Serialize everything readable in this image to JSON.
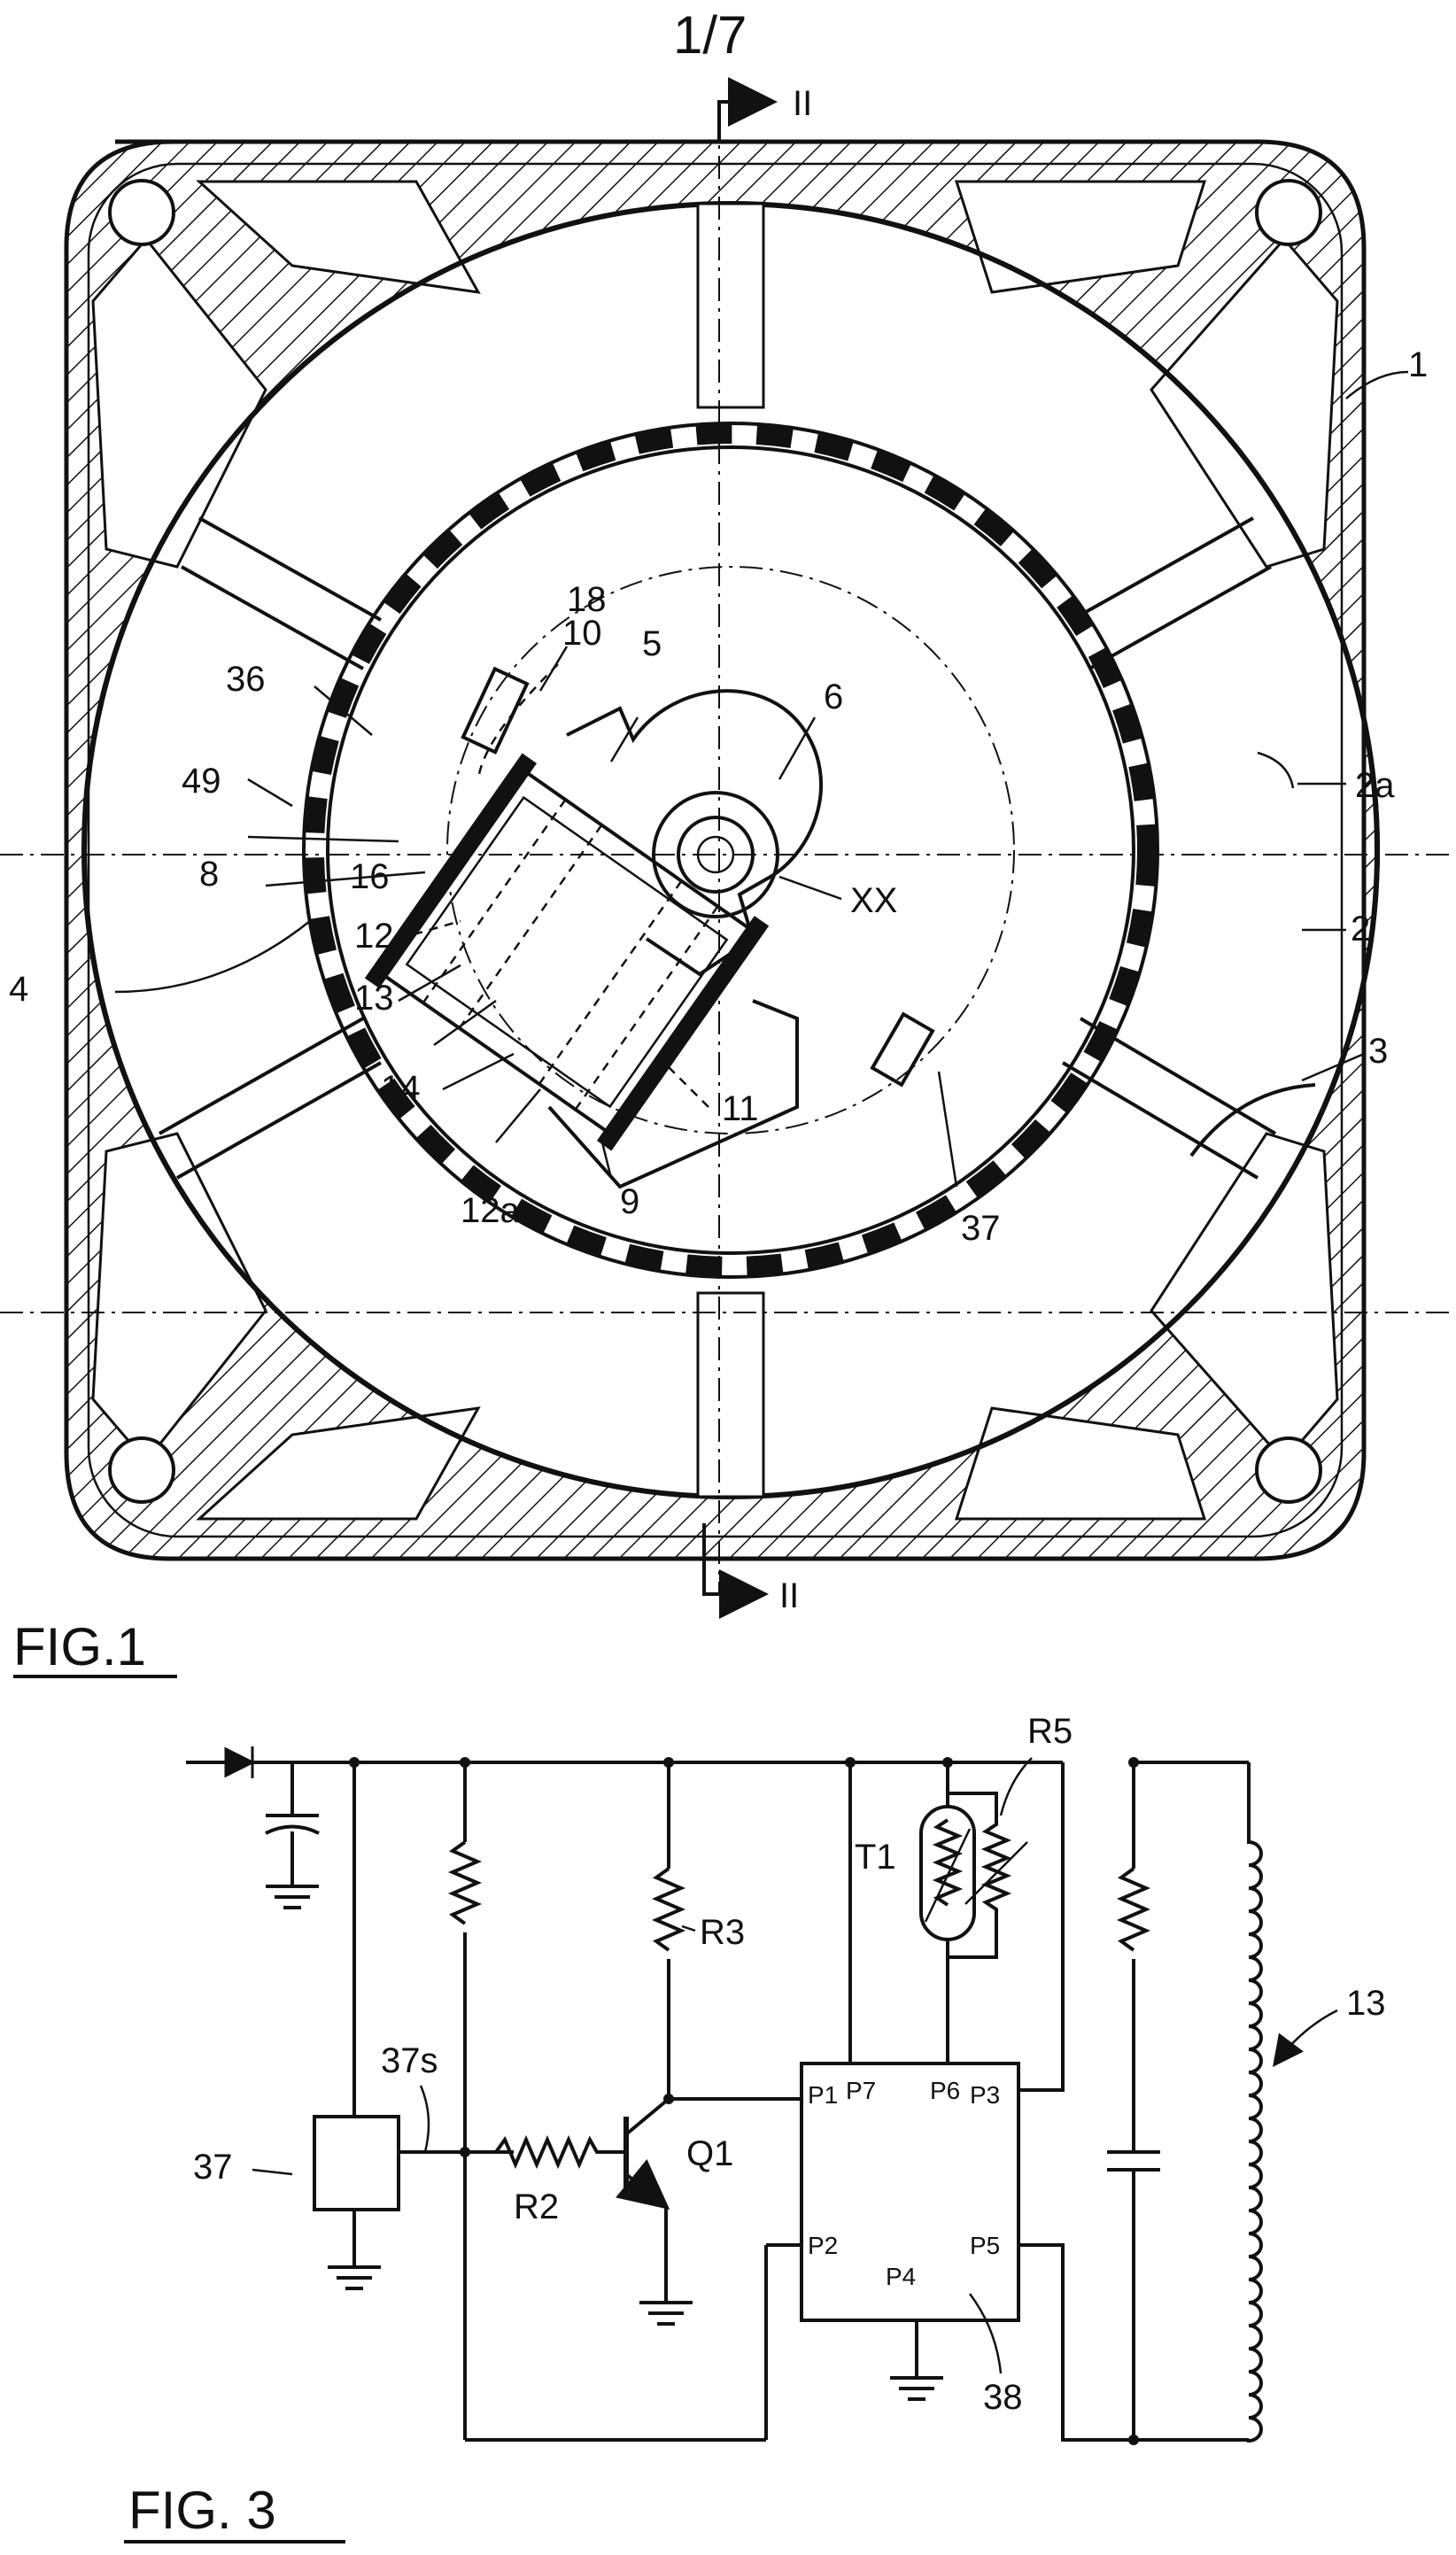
{
  "page": {
    "sheet_number": "1/7"
  },
  "fig1": {
    "caption": "FIG.1",
    "section_marks": [
      "II",
      "II"
    ],
    "labels": [
      "1",
      "2",
      "2a",
      "3",
      "4",
      "5",
      "6",
      "8",
      "9",
      "10",
      "11",
      "12",
      "12a",
      "13",
      "14",
      "16",
      "18",
      "36",
      "37",
      "49",
      "XX"
    ]
  },
  "fig3": {
    "caption": "FIG. 3",
    "components": {
      "hall_sensor": "37",
      "sensor_output": "37s",
      "transistor": "Q1",
      "resistor_r2": "R2",
      "resistor_r3": "R3",
      "resistor_r5": "R5",
      "thermistor": "T1",
      "ic": "38",
      "coil": "13"
    },
    "ic_pins": [
      "P1",
      "P7",
      "P6",
      "P3",
      "P2",
      "P4",
      "P5"
    ]
  }
}
